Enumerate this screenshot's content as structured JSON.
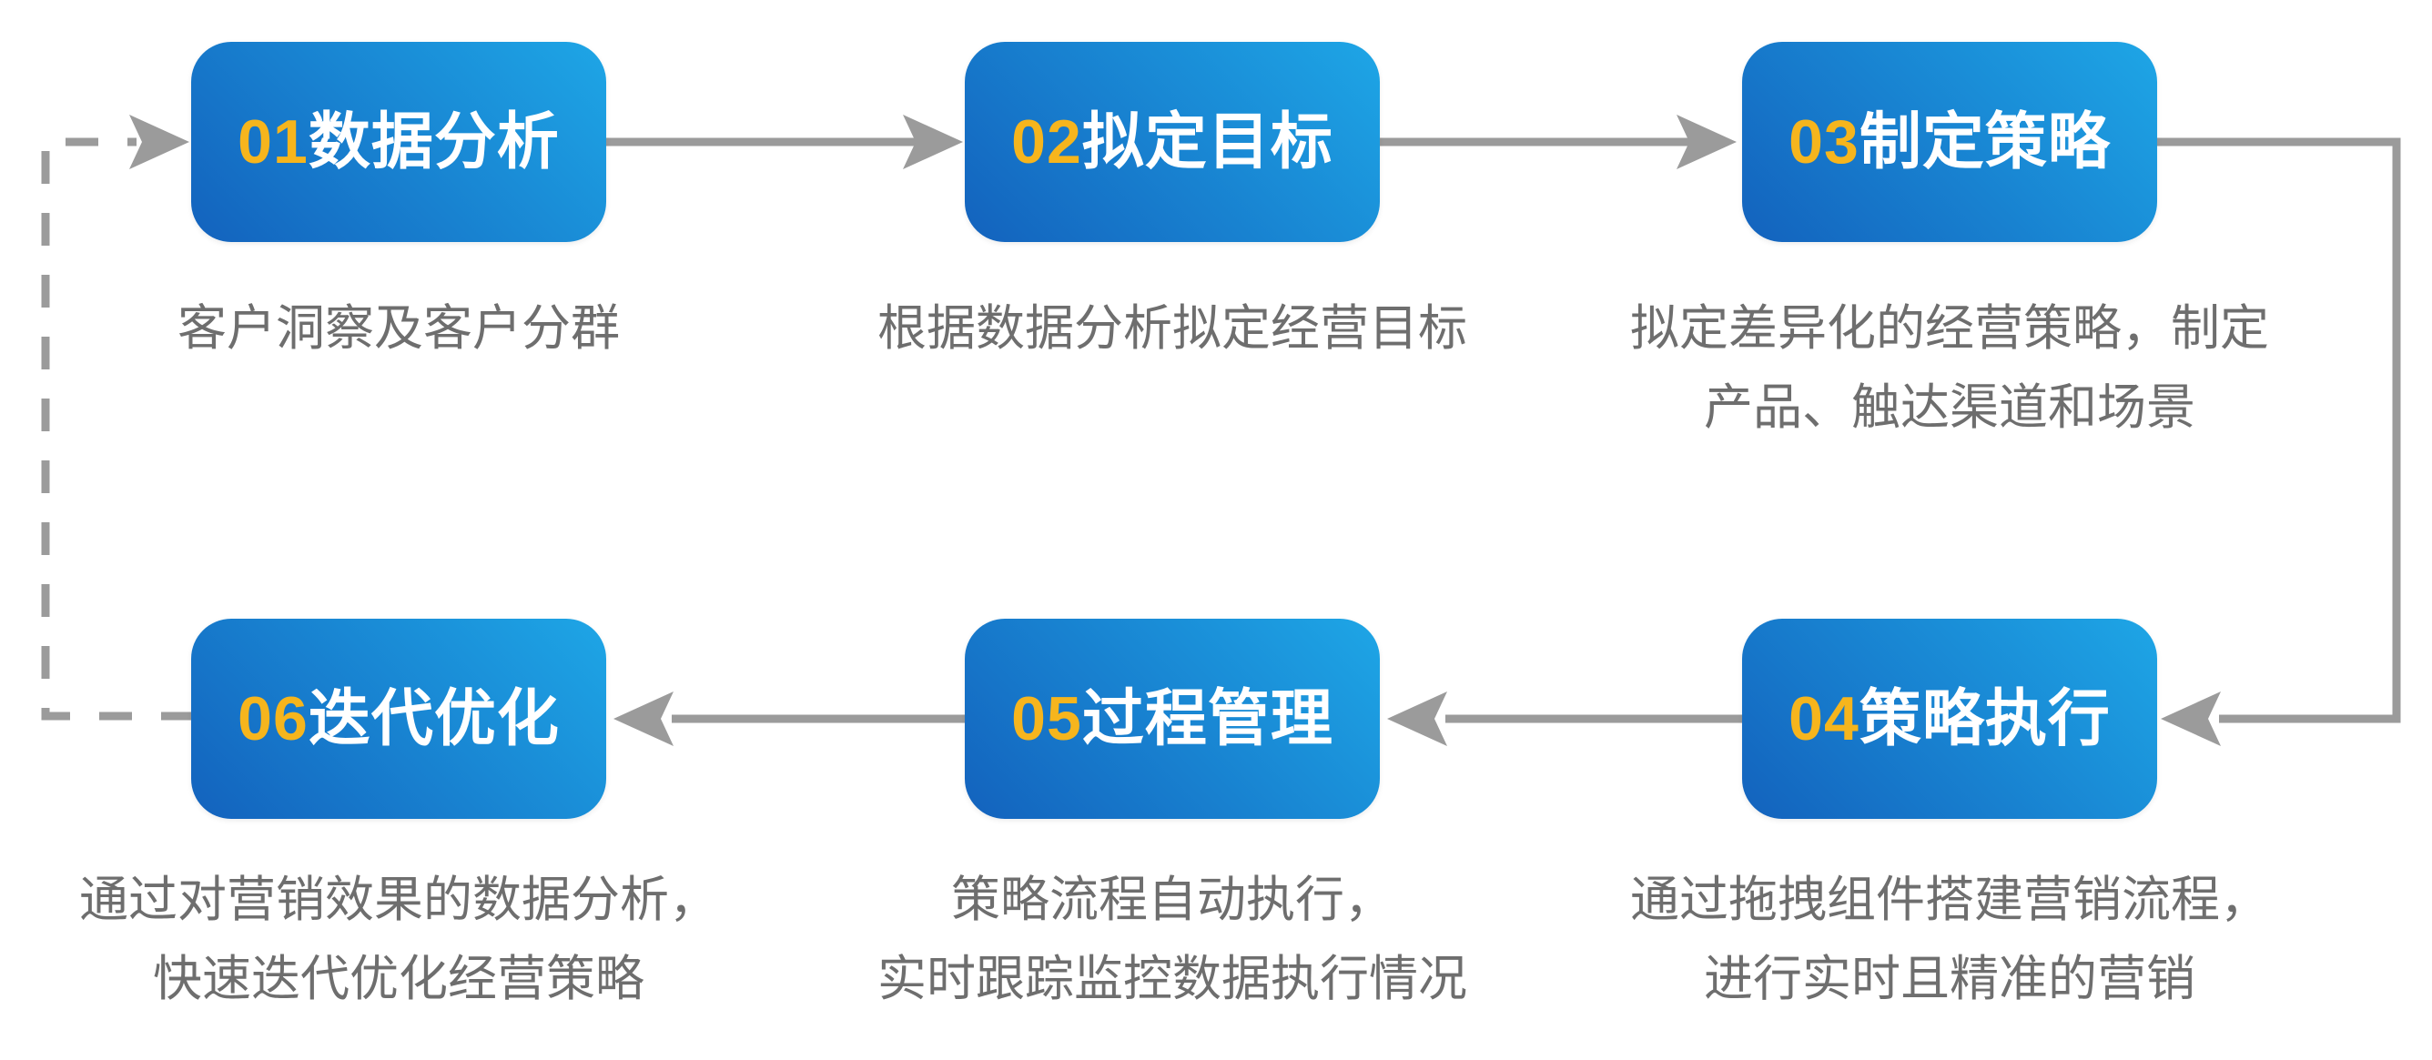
{
  "diagram": {
    "type": "process-flow-loop",
    "steps": [
      {
        "id": "01",
        "number": "01",
        "title": "数据分析",
        "description": "客户洞察及客户分群"
      },
      {
        "id": "02",
        "number": "02",
        "title": "拟定目标",
        "description": "根据数据分析拟定经营目标"
      },
      {
        "id": "03",
        "number": "03",
        "title": "制定策略",
        "description": "拟定差异化的经营策略，制定\n产品、触达渠道和场景"
      },
      {
        "id": "04",
        "number": "04",
        "title": "策略执行",
        "description": "通过拖拽组件搭建营销流程，\n进行实时且精准的营销"
      },
      {
        "id": "05",
        "number": "05",
        "title": "过程管理",
        "description": "策略流程自动执行，\n实时跟踪监控数据执行情况"
      },
      {
        "id": "06",
        "number": "06",
        "title": "迭代优化",
        "description": "通过对营销效果的数据分析，\n快速迭代优化经营策略"
      }
    ],
    "connectors": [
      {
        "from": "01",
        "to": "02",
        "style": "solid-arrow"
      },
      {
        "from": "02",
        "to": "03",
        "style": "solid-arrow"
      },
      {
        "from": "03",
        "to": "04",
        "style": "solid-elbow-arrow"
      },
      {
        "from": "04",
        "to": "05",
        "style": "solid-arrow"
      },
      {
        "from": "05",
        "to": "06",
        "style": "solid-arrow"
      },
      {
        "from": "06",
        "to": "01",
        "style": "dashed-elbow-arrow"
      }
    ],
    "colors": {
      "box_gradient_start": "#1ea6e6",
      "box_gradient_end": "#1362bd",
      "step_number": "#f6b51d",
      "step_title": "#ffffff",
      "description_text": "#6e6e6e",
      "connector": "#9b9b9b",
      "background": "#ffffff"
    }
  }
}
